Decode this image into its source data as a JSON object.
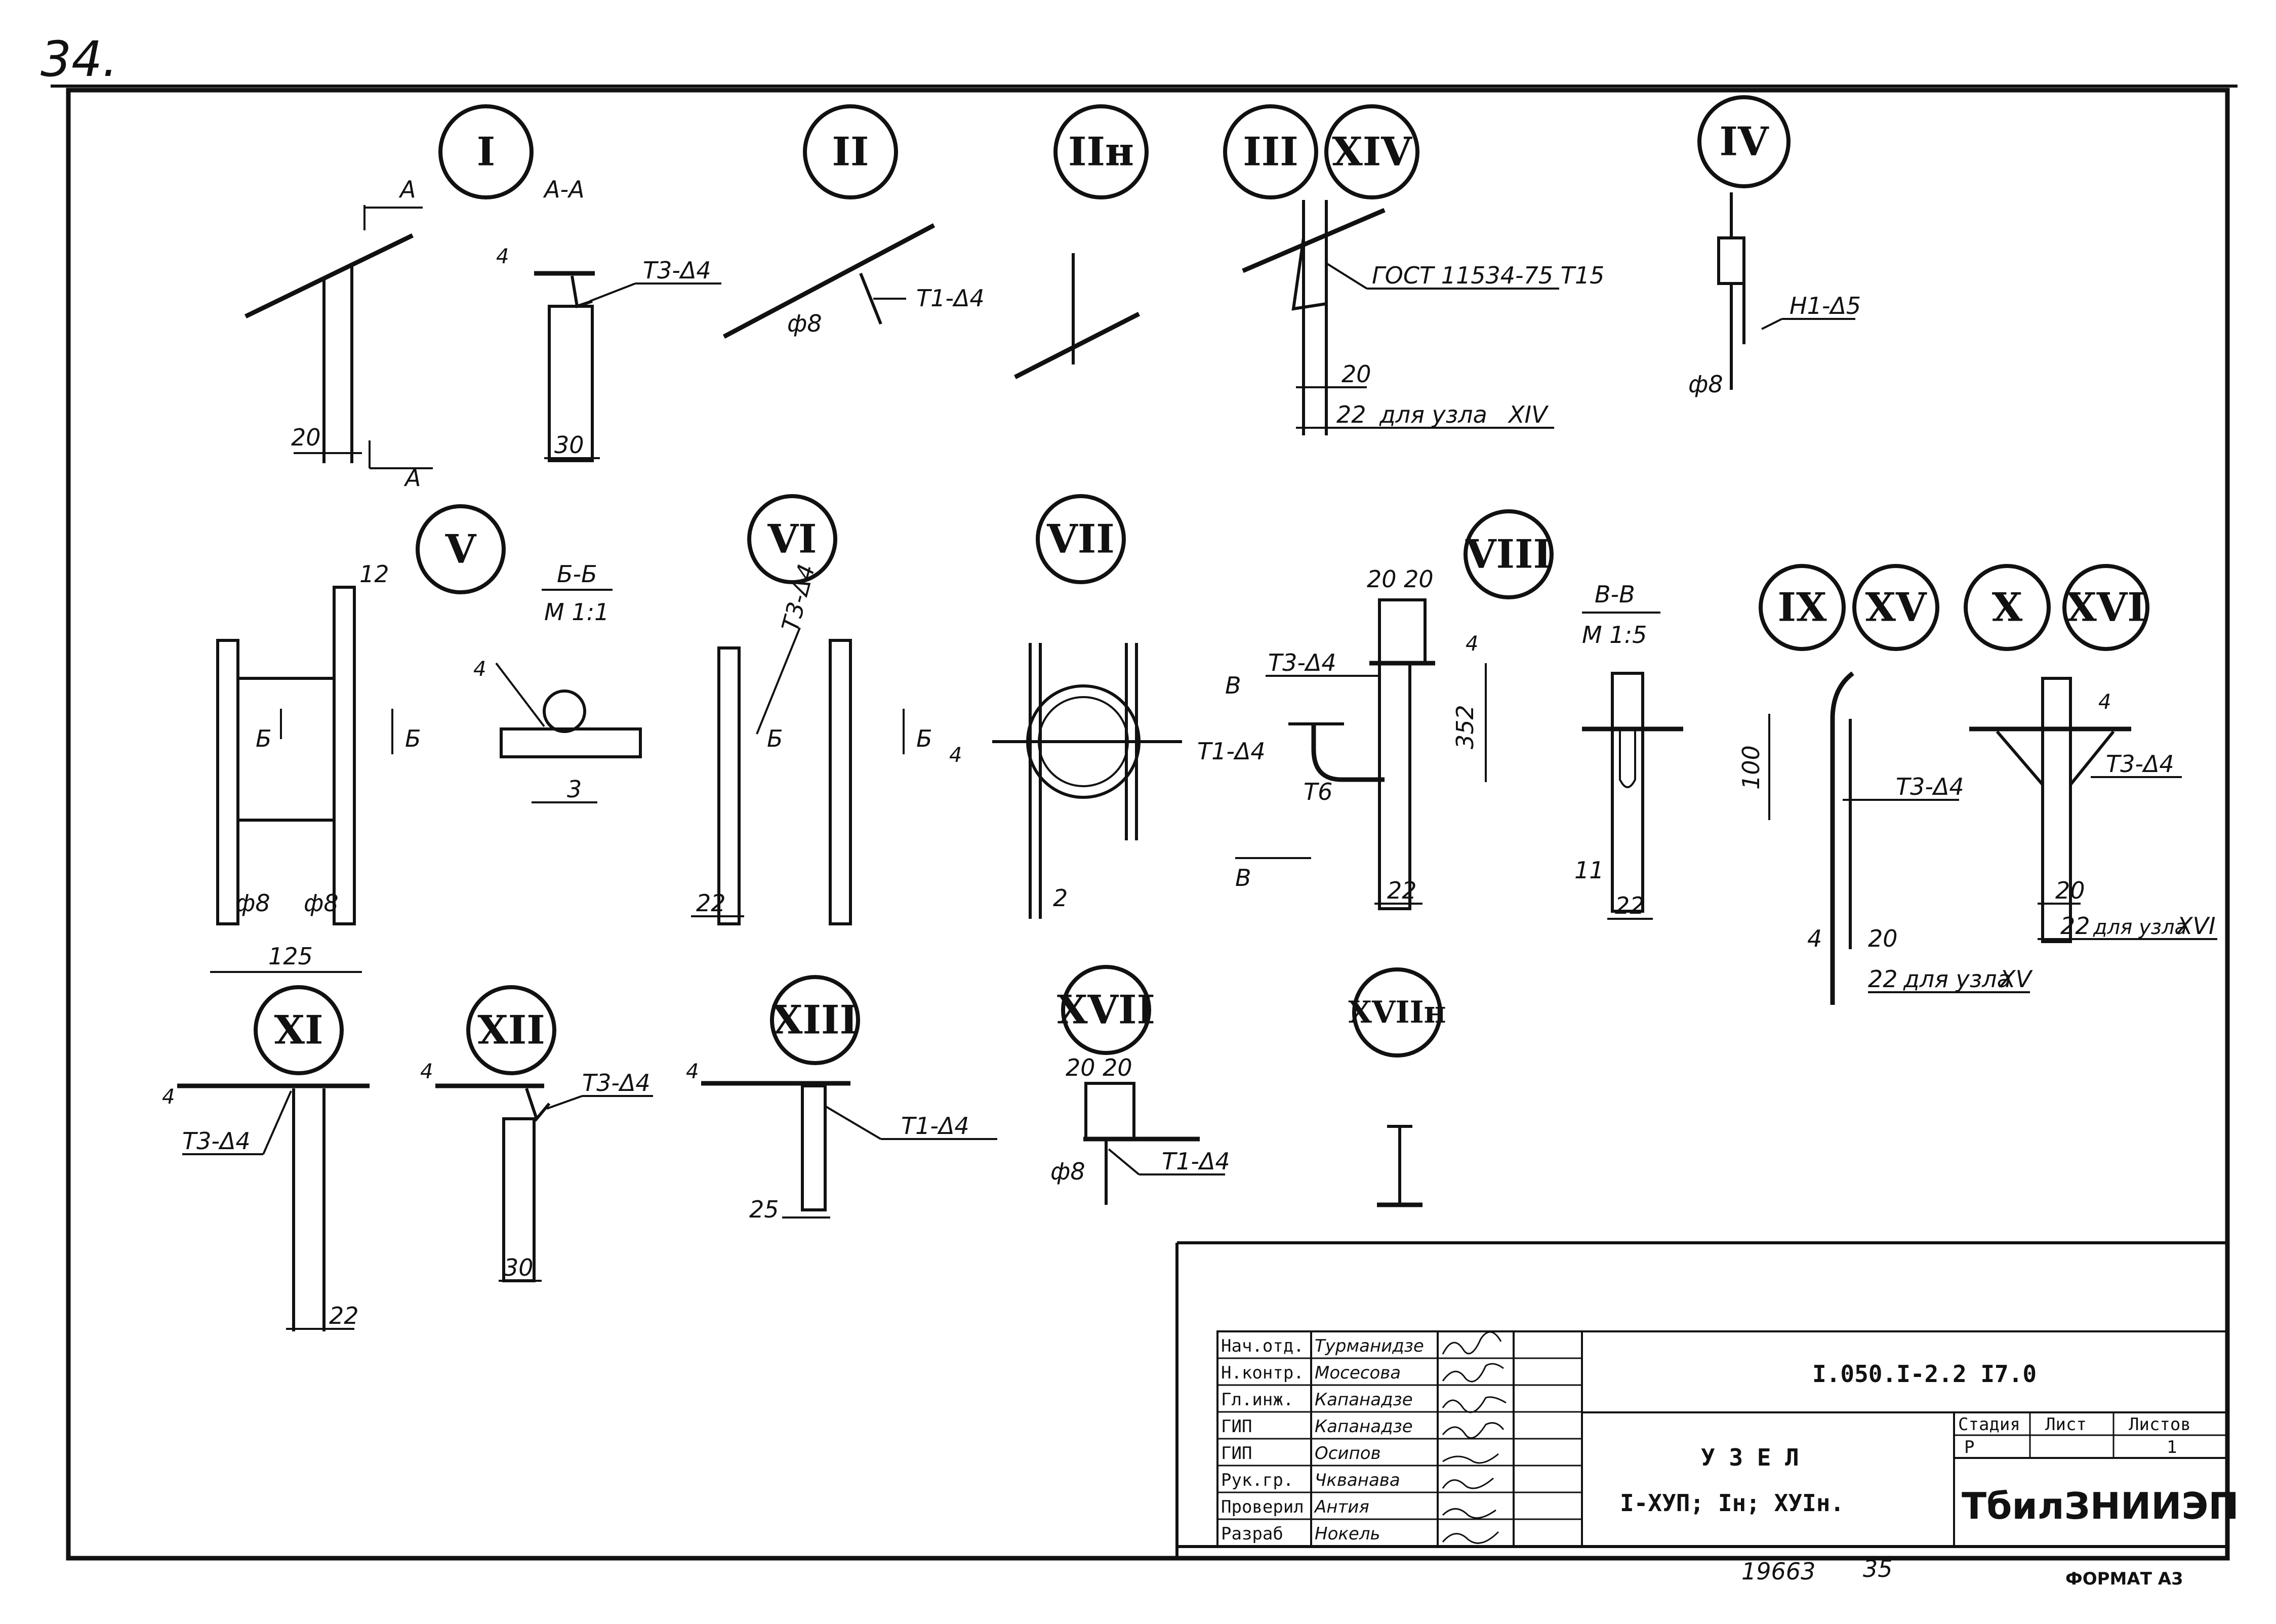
{
  "sheet": {
    "page_number": "34.",
    "document_code": "I.050.I-2.2 I7.0",
    "title_line1": "У З Е Л",
    "title_line2": "I-ХУП; Iн; ХУIн.",
    "organization": "ТбилЗНИИЭП",
    "archive_number": "19663",
    "archive_sheet": "35",
    "format": "ФОРМАТ А3"
  },
  "stamp": {
    "roles": [
      "Нач.отд.",
      "Н.контр.",
      "Гл.инж.",
      "ГИП",
      "ГИП",
      "Рук.гр.",
      "Проверил",
      "Разраб"
    ],
    "names": [
      "Турманидзе",
      "Мосесова",
      "Капанадзе",
      "Капанадзе",
      "Осипов",
      "Чкванава",
      "Антия",
      "Нокель"
    ],
    "stage_header": "Стадия",
    "sheet_header": "Лист",
    "sheets_header": "Листов",
    "stage_value": "Р",
    "sheets_value": "1"
  },
  "nodes": [
    {
      "label": "I"
    },
    {
      "label": "II"
    },
    {
      "label": "IIн"
    },
    {
      "label": "III"
    },
    {
      "label": "XIV"
    },
    {
      "label": "IV"
    },
    {
      "label": "V"
    },
    {
      "label": "VI"
    },
    {
      "label": "VII"
    },
    {
      "label": "VIII"
    },
    {
      "label": "IX"
    },
    {
      "label": "XV"
    },
    {
      "label": "X"
    },
    {
      "label": "XVI"
    },
    {
      "label": "XI"
    },
    {
      "label": "XII"
    },
    {
      "label": "XIII"
    },
    {
      "label": "XVII"
    },
    {
      "label": "XVIIн"
    }
  ],
  "annotations": {
    "n1_section_mark": "А",
    "n1_section_mark_b": "А",
    "n1_section": "А-А",
    "n1_dim": "20",
    "n1b_weld": "Т3-Δ4",
    "n1b_dim": "30",
    "n1b_edge": "4",
    "n2_weld": "Т1-Δ4",
    "n2_dia": "ф8",
    "n3_weld": "ГОСТ 11534-75 Т15",
    "n3_dim": "20",
    "n3_dim2": "22",
    "n3_note": "для узла",
    "n3_note_ref": "XIV",
    "n4_weld": "Н1-Δ5",
    "n4_dia": "ф8",
    "n5_top": "12",
    "n5_cut_left": "Б",
    "n5_cut_right": "Б",
    "n5_dia_l": "ф8",
    "n5_dia_r": "ф8",
    "n5_width": "125",
    "n5s_title": "Б-Б",
    "n5s_scale": "М 1:1",
    "n5s_dim": "3",
    "n5s_edge": "4",
    "n6_weld": "Т3-Δ4",
    "n6_cut_left": "Б",
    "n6_cut_right": "Б",
    "n6_dim": "22",
    "n7_dim": "2",
    "n7_edge": "4",
    "n8_dims": "20 20",
    "n8_weld": "Т3-Δ4",
    "n8_weld2": "Т1-Δ4",
    "n8_weld3": "Т6",
    "n8_height": "352",
    "n8_dim": "22",
    "n8_cut": "В",
    "n8_cut2": "В",
    "n8_edge": "4",
    "n8s_title": "В-В",
    "n8s_scale": "М 1:5",
    "n8s_dim": "11",
    "n8s_dim2": "22",
    "n9_height": "100",
    "n9_weld": "Т3-Δ4",
    "n9_dim": "4",
    "n9_dim2": "20",
    "n9_note_dim": "22",
    "n9_note": "для узла",
    "n9_note_ref": "XV",
    "n10_weld": "Т3-Δ4",
    "n10_dim": "20",
    "n10_dim2": "22",
    "n10_note": "для узла",
    "n10_note_ref": "XVI",
    "n10_edge": "4",
    "n11_weld": "Т3-Δ4",
    "n11_dim": "22",
    "n11_edge": "4",
    "n12_weld": "Т3-Δ4",
    "n12_dim": "30",
    "n12_edge": "4",
    "n13_weld": "Т1-Δ4",
    "n13_dim": "25",
    "n13_edge": "4",
    "n17_dims": "20 20",
    "n17_dia": "ф8",
    "n17_weld": "Т1-Δ4"
  }
}
